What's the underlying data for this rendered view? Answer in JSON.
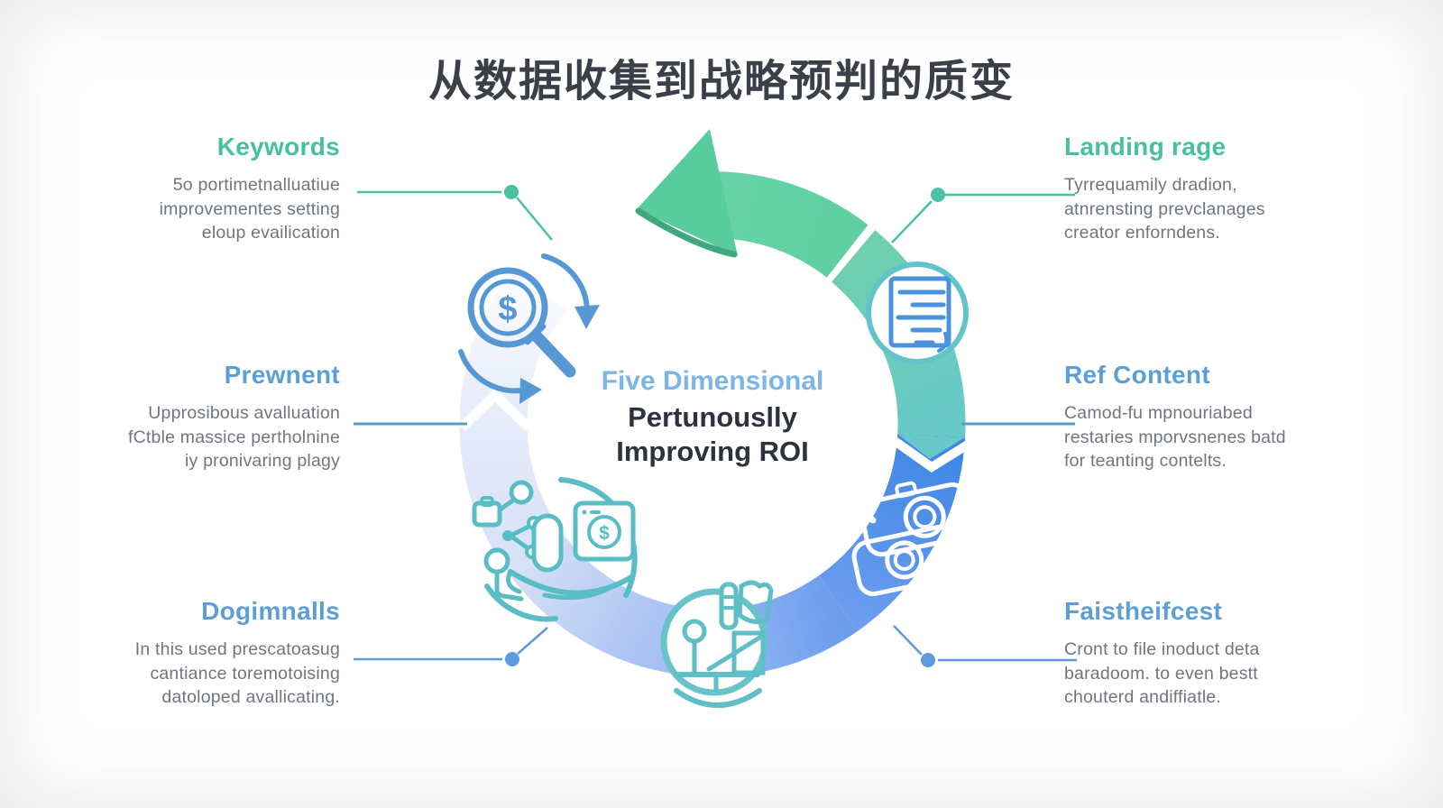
{
  "title": "从数据收集到战略预判的质变",
  "center": {
    "line1": "Five Dimensional",
    "line2": "Pertunouslly\nImproving ROI"
  },
  "sections": [
    {
      "id": "keywords",
      "label": "Keywords",
      "body": "5o portimetnalluatiue\nimprovementes setting\neloup evailication",
      "side": "left",
      "accent": "teal"
    },
    {
      "id": "landing-page",
      "label": "Landing rage",
      "body": "Tyrrequamily dradion,\natnrensting prevclanages\ncreator enforndens.",
      "side": "right",
      "accent": "teal"
    },
    {
      "id": "prewnent",
      "label": "Prewnent",
      "body": "Upprosibous avalluation\nfCtble massice pertholnine\niy pronivaring plagy",
      "side": "left",
      "accent": "blue"
    },
    {
      "id": "ref-content",
      "label": "Ref Content",
      "body": "Camod-fu mpnouriabed\nrestaries mporvsnenes batd\nfor teanting contelts.",
      "side": "right",
      "accent": "blue"
    },
    {
      "id": "dogimnalls",
      "label": "Dogimnalls",
      "body": "In this used prescatoasug\ncantiance toremotoising\ndatoloped avallicating.",
      "side": "left",
      "accent": "blue"
    },
    {
      "id": "faistheifcest",
      "label": "Faistheifcest",
      "body": "Cront to file inoduct deta\nbaradoom. to even bestt\nchouterd andiffiatle.",
      "side": "right",
      "accent": "blue"
    }
  ],
  "icons": {
    "roi_magnifier": {
      "name": "dollar-magnifier-refresh-icon",
      "symbol": "$"
    },
    "document": {
      "name": "document-report-icon"
    },
    "camera_sync": {
      "name": "camera-sync-arrows-icon"
    },
    "chart_boat": {
      "name": "chart-flag-gauge-icon"
    },
    "data_network": {
      "name": "data-network-dollar-icon",
      "symbol": "$"
    }
  },
  "colors": {
    "teal_accent": "#45c0a5",
    "blue_accent": "#5b9fd6",
    "green_arrow": "#5ccf9f",
    "teal_arc": "#6fcdc4",
    "blue_arc": "#3f87e5",
    "periwinkle_arc": "#a2bef3",
    "pale_arc": "#dde6f8",
    "title_text": "#3b4048",
    "body_text": "#6e7680",
    "center_blue": "#7cb6e6",
    "center_dark": "#2c323e"
  }
}
